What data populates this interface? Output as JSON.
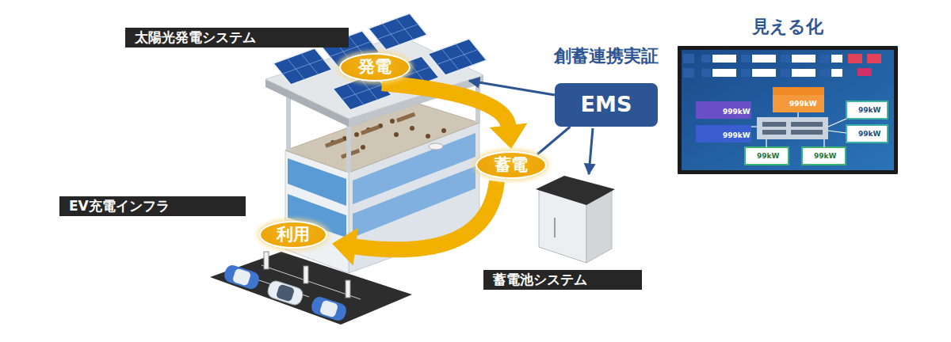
{
  "diagram": {
    "nodes": [
      {
        "text": [
          "太陽光発電システム"
        ]
      },
      {
        "text": [
          "発電"
        ]
      },
      {
        "text": [
          "創蓄連携実証",
          "EMS"
        ]
      },
      {
        "text": [
          "見える化"
        ]
      },
      {
        "text": [
          "蓄電"
        ]
      },
      {
        "text": [
          "EV充電インフラ"
        ]
      },
      {
        "text": [
          "利用"
        ]
      },
      {
        "text": [
          "蓄電池システム"
        ]
      }
    ],
    "edges": [
      {
        "from": 1,
        "to": 4,
        "arrow": "to"
      },
      {
        "from": 4,
        "to": 6,
        "arrow": "to"
      },
      {
        "from": 2,
        "to": 4,
        "arrow": "none"
      }
    ],
    "labels": [
      "999kW",
      "999kW",
      "999kW",
      "99kW",
      "99kW",
      "99kW",
      "99kW"
    ]
  }
}
